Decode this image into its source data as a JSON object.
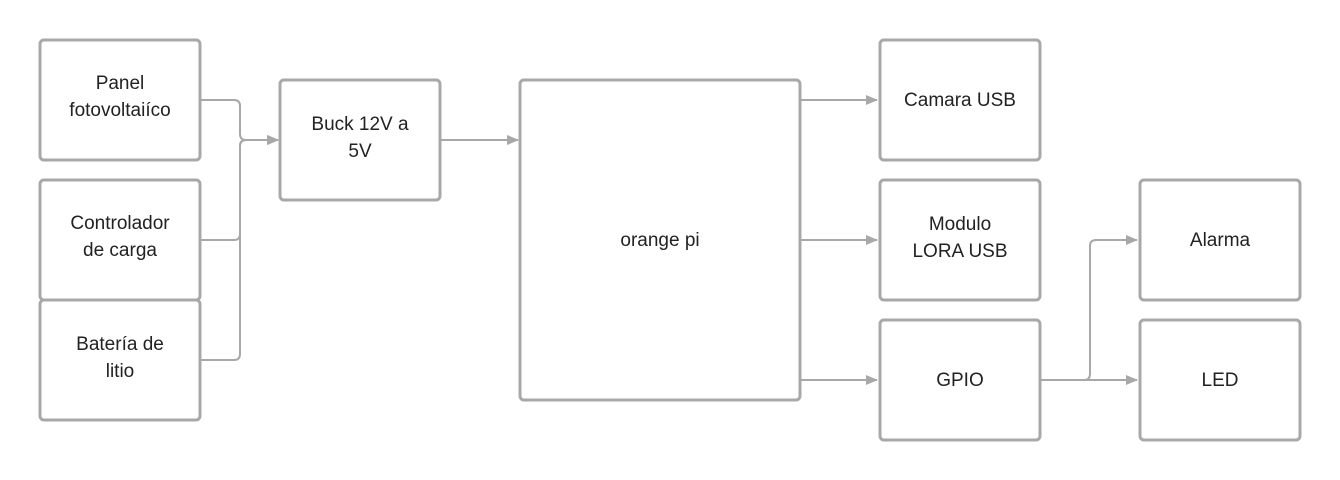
{
  "colors": {
    "stroke": "#a8a8a8",
    "text": "#222222",
    "background": "#ffffff"
  },
  "nodes": {
    "panel": {
      "lines": [
        "Panel",
        "fotovoltaiíco"
      ]
    },
    "controlador": {
      "lines": [
        "Controlador",
        "de carga"
      ]
    },
    "bateria": {
      "lines": [
        "Batería de",
        "litio"
      ]
    },
    "buck": {
      "lines": [
        "Buck 12V a",
        "5V"
      ]
    },
    "orange": {
      "lines": [
        "orange pi"
      ]
    },
    "camara": {
      "lines": [
        "Camara USB"
      ]
    },
    "lora": {
      "lines": [
        "Modulo",
        "LORA USB"
      ]
    },
    "gpio": {
      "lines": [
        "GPIO"
      ]
    },
    "alarma": {
      "lines": [
        "Alarma"
      ]
    },
    "led": {
      "lines": [
        "LED"
      ]
    }
  },
  "edges": [
    {
      "from": "panel",
      "to": "buck"
    },
    {
      "from": "controlador",
      "to": "buck"
    },
    {
      "from": "bateria",
      "to": "buck"
    },
    {
      "from": "buck",
      "to": "orange"
    },
    {
      "from": "orange",
      "to": "camara"
    },
    {
      "from": "orange",
      "to": "lora"
    },
    {
      "from": "orange",
      "to": "gpio"
    },
    {
      "from": "gpio",
      "to": "alarma"
    },
    {
      "from": "gpio",
      "to": "led"
    }
  ]
}
